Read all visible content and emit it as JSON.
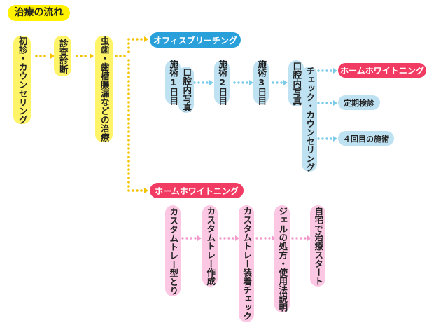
{
  "title": "治療の流れ",
  "main_steps": [
    "初診・カウンセリング",
    "診査診断",
    "虫歯・歯槽膿漏などの治療"
  ],
  "office": {
    "label": "オフィスブリーチング",
    "steps": [
      "施術1日目",
      "口腔内写真",
      "施術2日目",
      "施術3日目",
      "口腔内写真",
      "チェック・カウンセリング"
    ],
    "outcomes": [
      "ホームホワイトニング",
      "定期検診",
      "４回目の施術"
    ]
  },
  "home": {
    "label": "ホームホワイトニング",
    "steps": [
      "カスタムトレー型とり",
      "カスタムトレー作成",
      "カスタムトレー装着チェック",
      "ジェルの処方・使用法説明",
      "自宅で治療スタート"
    ]
  },
  "colors": {
    "yellow": "#fff468",
    "blue": "#2aa0db",
    "light_blue": "#bfe2f2",
    "red": "#f23b63",
    "pink": "#fbc7e3"
  }
}
